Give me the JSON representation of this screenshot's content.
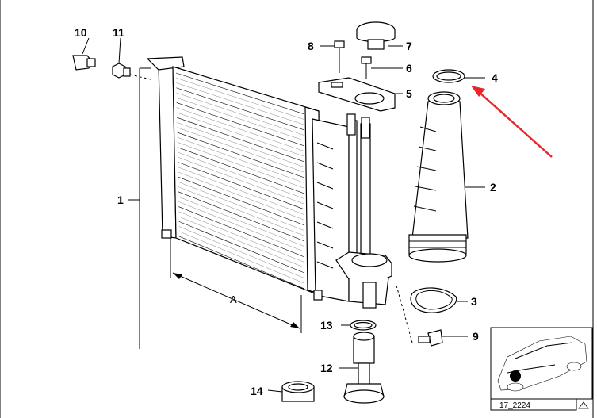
{
  "diagram": {
    "callouts": [
      {
        "id": "1",
        "label": "1"
      },
      {
        "id": "2",
        "label": "2"
      },
      {
        "id": "3",
        "label": "3"
      },
      {
        "id": "4",
        "label": "4"
      },
      {
        "id": "5",
        "label": "5"
      },
      {
        "id": "6",
        "label": "6"
      },
      {
        "id": "7",
        "label": "7"
      },
      {
        "id": "8",
        "label": "8"
      },
      {
        "id": "9",
        "label": "9"
      },
      {
        "id": "10",
        "label": "10"
      },
      {
        "id": "11",
        "label": "11"
      },
      {
        "id": "12",
        "label": "12"
      },
      {
        "id": "13",
        "label": "13"
      },
      {
        "id": "14",
        "label": "14"
      }
    ],
    "dimension_label": "A",
    "diagram_code": "17_2224",
    "colors": {
      "annotation_arrow": "#e8262b",
      "line": "#000000",
      "background": "#ffffff"
    }
  }
}
